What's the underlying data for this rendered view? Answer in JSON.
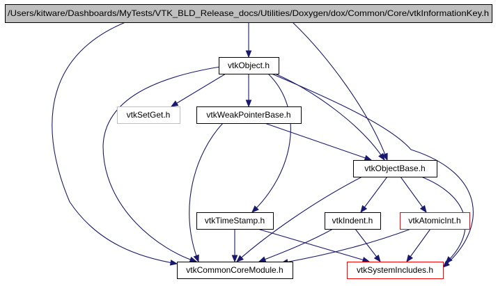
{
  "graph": {
    "colors": {
      "edge": "#191970",
      "root_fill": "#bfbfbf",
      "normal_border": "#000000",
      "missing_border": "#bfbfbf",
      "truncated_border": "#ff0000"
    },
    "nodes": [
      {
        "id": "root",
        "label": "/Users/kitware/Dashboards/MyTests/VTK_BLD_Release_docs/Utilities/Doxygen/dox/Common/Core/vtkInformationKey.h",
        "style": "root"
      },
      {
        "id": "vtkObject",
        "label": "vtkObject.h",
        "style": "normal"
      },
      {
        "id": "vtkSetGet",
        "label": "vtkSetGet.h",
        "style": "missing"
      },
      {
        "id": "vtkWeakPointerBase",
        "label": "vtkWeakPointerBase.h",
        "style": "normal"
      },
      {
        "id": "vtkObjectBase",
        "label": "vtkObjectBase.h",
        "style": "normal"
      },
      {
        "id": "vtkTimeStamp",
        "label": "vtkTimeStamp.h",
        "style": "normal"
      },
      {
        "id": "vtkIndent",
        "label": "vtkIndent.h",
        "style": "normal"
      },
      {
        "id": "vtkAtomicInt",
        "label": "vtkAtomicInt.h",
        "style": "truncated"
      },
      {
        "id": "vtkCommonCoreModule",
        "label": "vtkCommonCoreModule.h",
        "style": "normal"
      },
      {
        "id": "vtkSystemIncludes",
        "label": "vtkSystemIncludes.h",
        "style": "truncated"
      }
    ],
    "edges": [
      {
        "from": "root",
        "to": "vtkObject"
      },
      {
        "from": "root",
        "to": "vtkObjectBase"
      },
      {
        "from": "root",
        "to": "vtkCommonCoreModule"
      },
      {
        "from": "vtkObject",
        "to": "vtkSetGet"
      },
      {
        "from": "vtkObject",
        "to": "vtkWeakPointerBase"
      },
      {
        "from": "vtkObject",
        "to": "vtkObjectBase"
      },
      {
        "from": "vtkObject",
        "to": "vtkTimeStamp"
      },
      {
        "from": "vtkObject",
        "to": "vtkCommonCoreModule"
      },
      {
        "from": "vtkObject",
        "to": "vtkSystemIncludes"
      },
      {
        "from": "vtkWeakPointerBase",
        "to": "vtkObjectBase"
      },
      {
        "from": "vtkWeakPointerBase",
        "to": "vtkCommonCoreModule"
      },
      {
        "from": "vtkObjectBase",
        "to": "vtkIndent"
      },
      {
        "from": "vtkObjectBase",
        "to": "vtkAtomicInt"
      },
      {
        "from": "vtkObjectBase",
        "to": "vtkCommonCoreModule"
      },
      {
        "from": "vtkObjectBase",
        "to": "vtkSystemIncludes"
      },
      {
        "from": "vtkTimeStamp",
        "to": "vtkCommonCoreModule"
      },
      {
        "from": "vtkTimeStamp",
        "to": "vtkSystemIncludes"
      },
      {
        "from": "vtkIndent",
        "to": "vtkCommonCoreModule"
      },
      {
        "from": "vtkIndent",
        "to": "vtkSystemIncludes"
      },
      {
        "from": "vtkAtomicInt",
        "to": "vtkCommonCoreModule"
      },
      {
        "from": "vtkAtomicInt",
        "to": "vtkSystemIncludes"
      }
    ]
  }
}
